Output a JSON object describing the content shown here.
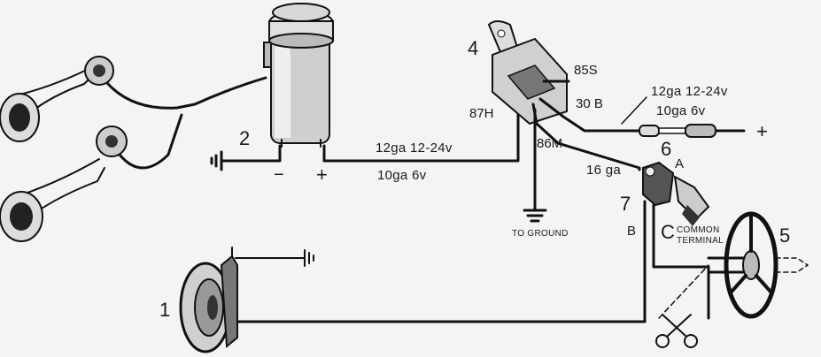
{
  "components": {
    "horn": "1",
    "compressor": "2",
    "relay": "4",
    "steering_wheel": "5",
    "fuse": "6",
    "horn_button": "7"
  },
  "compressor_terminals": {
    "negative": "−",
    "positive": "+"
  },
  "wiring_labels": {
    "compressor_12v": "12ga 12-24v",
    "compressor_6v": "10ga 6v",
    "battery_12v": "12ga 12-24v",
    "battery_6v": "10ga 6v",
    "switch_gauge": "16 ga"
  },
  "relay_pins": {
    "p85": "85S",
    "p30": "30 B",
    "p87": "87H",
    "p86": "86M"
  },
  "ground_text": "TO GROUND",
  "battery_positive": "+",
  "switch_terminals": {
    "a": "A",
    "b": "B",
    "c": "C",
    "common_line1": "COMMON",
    "common_line2": "TERMINAL"
  },
  "colors": {
    "ink": "#111111",
    "paper": "#f4f4f2"
  }
}
